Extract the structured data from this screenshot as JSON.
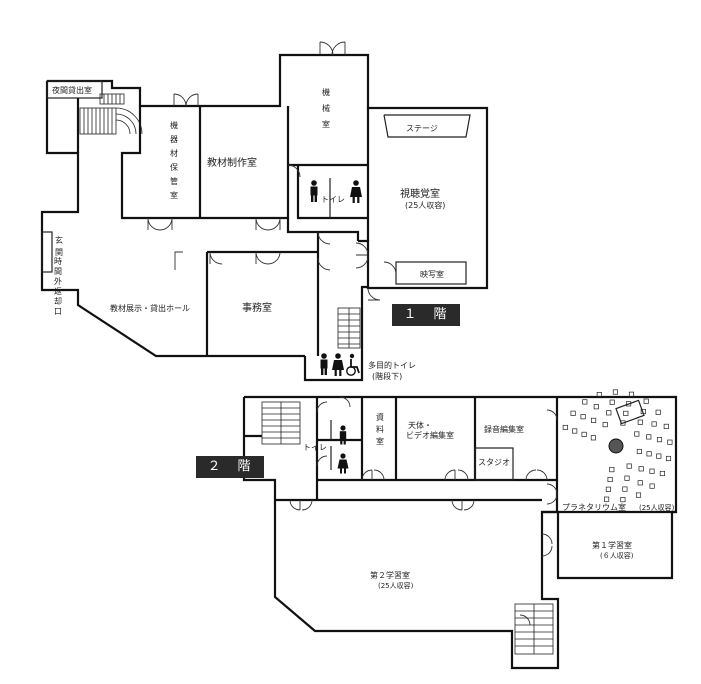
{
  "floors": {
    "first": {
      "label": "１　階",
      "rooms": {
        "night_return": "夜間貸出室",
        "equipment_storage": "機器材保管室",
        "materials_production": "教材制作室",
        "machine_room": "機械室",
        "av_room": "視聴覚室",
        "av_capacity": "(25人収容)",
        "stage": "ステージ",
        "projection": "映写室",
        "toilet": "トイレ",
        "entrance": "玄関",
        "after_hours_return": "時間外返却口",
        "exhibition_hall": "教材展示・貸出ホール",
        "office": "事務室",
        "multipurpose_toilet": "多目的トイレ",
        "multipurpose_toilet_note": "(階段下)"
      }
    },
    "second": {
      "label": "２　階",
      "rooms": {
        "archive": "資料室",
        "astronomy_video": "天体・ビデオ編集室",
        "audio_editing": "録音編集室",
        "studio": "スタジオ",
        "toilet": "トイレ",
        "planetarium": "プラネタリウム室",
        "planetarium_capacity": "(25人収容)",
        "study_room_1": "第１学習室",
        "study_room_1_capacity": "(６人収容)",
        "study_room_2": "第２学習室",
        "study_room_2_capacity": "(25人収容)"
      }
    }
  }
}
